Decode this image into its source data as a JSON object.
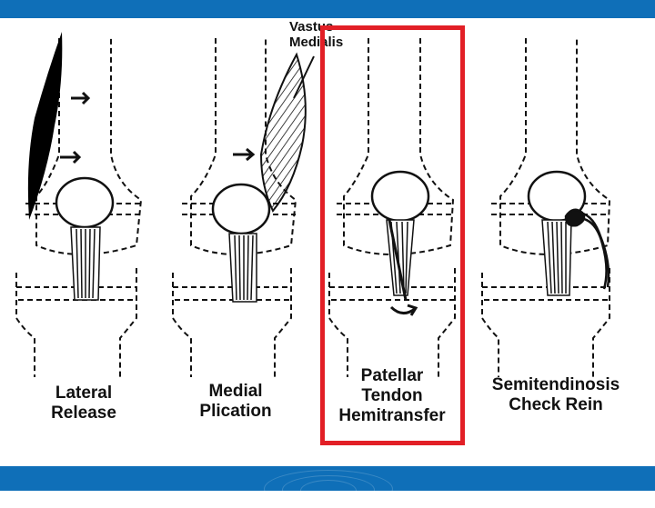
{
  "slide": {
    "accent_color": "#0f6fb8",
    "highlight_color": "#e21f26"
  },
  "diagram": {
    "panels": [
      {
        "caption_lines": [
          "Lateral",
          "Release"
        ]
      },
      {
        "caption_lines": [
          "Medial",
          "Plication"
        ]
      },
      {
        "caption_lines": [
          "Patellar",
          "Tendon",
          "Hemitransfer"
        ],
        "highlighted": true
      },
      {
        "caption_lines": [
          "Semitendinosis",
          "Check Rein"
        ]
      }
    ],
    "callout": {
      "lines": [
        "Vastus",
        "Medialis"
      ]
    }
  }
}
